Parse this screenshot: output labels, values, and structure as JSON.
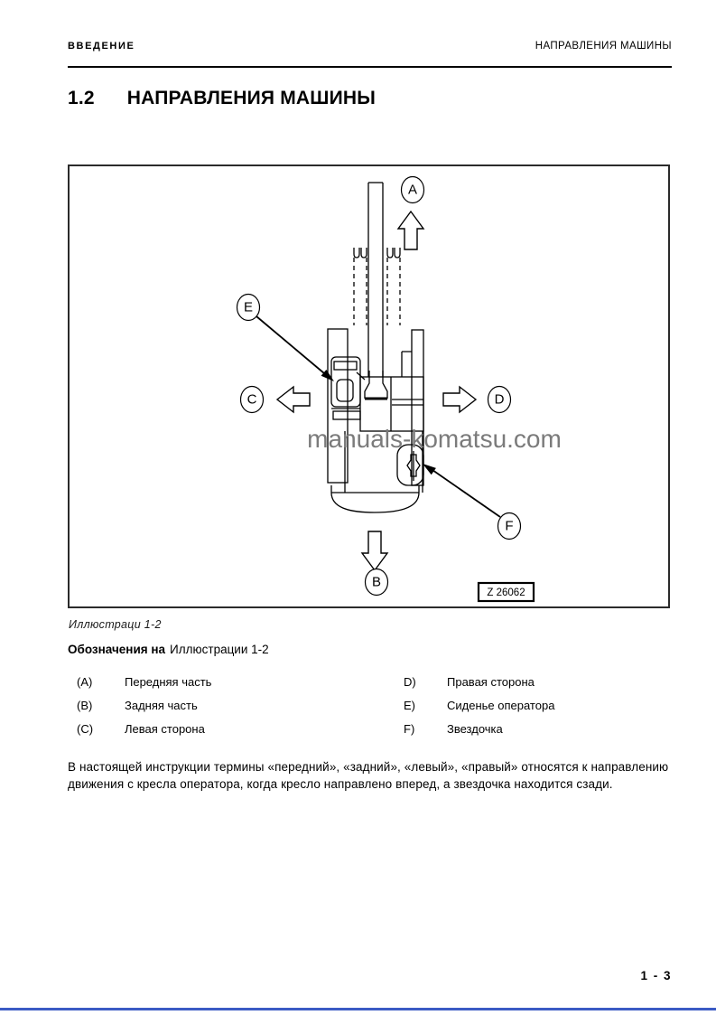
{
  "header": {
    "section": "ВВЕДЕНИЕ",
    "chapter": "НАПРАВЛЕНИЯ МАШИНЫ"
  },
  "title": {
    "number": "1.2",
    "text": "НАПРАВЛЕНИЯ МАШИНЫ"
  },
  "figure": {
    "caption": "Иллюстраци 1-2",
    "watermark": "manuals-komatsu.com",
    "ref_code": "Z 26062",
    "callouts": {
      "front": "A",
      "rear": "B",
      "left": "C",
      "right": "D",
      "seat": "E",
      "sprocket": "F"
    }
  },
  "legend": {
    "heading_bold": "Обозначения на",
    "heading_normal": "Иллюстрации 1-2",
    "left": [
      {
        "key": "(A)",
        "label": "Передняя часть"
      },
      {
        "key": "(B)",
        "label": "Задняя часть"
      },
      {
        "key": "(C)",
        "label": "Левая сторона"
      }
    ],
    "right": [
      {
        "key": "D)",
        "label": "Правая сторона"
      },
      {
        "key": "E)",
        "label": "Сиденье оператора"
      },
      {
        "key": "F)",
        "label": "Звездочка"
      }
    ]
  },
  "paragraph": "В настоящей инструкции термины «передний», «задний», «левый», «правый» относятся к направлению движения с кресла оператора, когда кресло направлено вперед, а звездочка находится сзади.",
  "footer": {
    "page_number": "1 - 3"
  },
  "colors": {
    "bottom_rule": "#3b5bc4"
  }
}
